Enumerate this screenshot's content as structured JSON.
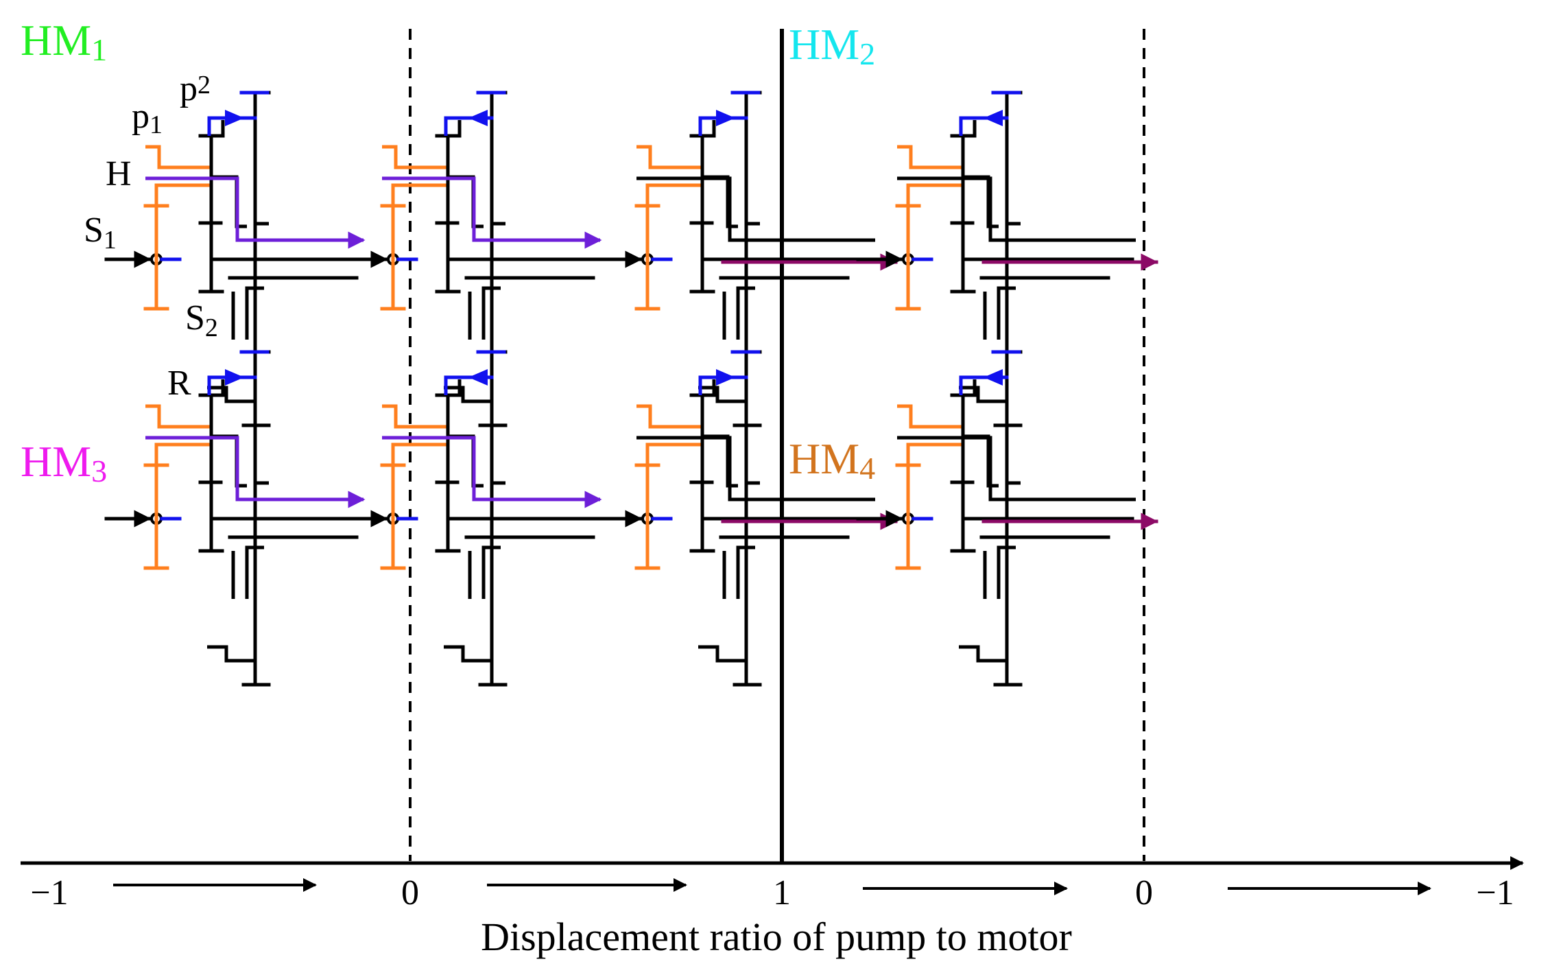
{
  "colors": {
    "black": "#000000",
    "orange": "#ff7f1e",
    "blue": "#1111ee",
    "purple": "#6d1fd8",
    "maroon": "#8c0a66",
    "hm1": "#22ee22",
    "hm2": "#14e6ee",
    "hm3": "#ee1aee",
    "hm4": "#d2741e"
  },
  "mode_labels": [
    {
      "id": "hm1",
      "name": "HM",
      "sub": "1",
      "color": "#22ee22"
    },
    {
      "id": "hm2",
      "name": "HM",
      "sub": "2",
      "color": "#14e6ee"
    },
    {
      "id": "hm3",
      "name": "HM",
      "sub": "3",
      "color": "#ee1aee"
    },
    {
      "id": "hm4",
      "name": "HM",
      "sub": "4",
      "color": "#d2741e"
    }
  ],
  "component_labels": {
    "p1": {
      "base": "p",
      "sub": "1"
    },
    "p2": {
      "base": "p",
      "sub": "2"
    },
    "H": {
      "base": "H",
      "sub": ""
    },
    "S1": {
      "base": "S",
      "sub": "1"
    },
    "S2": {
      "base": "S",
      "sub": "2"
    },
    "R": {
      "base": "R",
      "sub": ""
    }
  },
  "diagrams": [
    {
      "row": 0,
      "col": 0,
      "carrier_path": "through",
      "output": "ring",
      "planet_arrow": "right"
    },
    {
      "row": 0,
      "col": 1,
      "carrier_path": "through",
      "output": "ring",
      "planet_arrow": "left"
    },
    {
      "row": 0,
      "col": 2,
      "carrier_path": "none",
      "output": "sun",
      "planet_arrow": "right"
    },
    {
      "row": 0,
      "col": 3,
      "carrier_path": "none",
      "output": "sun",
      "planet_arrow": "left"
    },
    {
      "row": 1,
      "col": 0,
      "carrier_path": "through",
      "output": "ring",
      "planet_arrow": "right"
    },
    {
      "row": 1,
      "col": 1,
      "carrier_path": "through",
      "output": "ring",
      "planet_arrow": "left"
    },
    {
      "row": 1,
      "col": 2,
      "carrier_path": "none",
      "output": "sun",
      "planet_arrow": "right"
    },
    {
      "row": 1,
      "col": 3,
      "carrier_path": "none",
      "output": "sun",
      "planet_arrow": "left"
    }
  ],
  "axis": {
    "ticks": [
      "−1",
      "0",
      "1",
      "0",
      "−1"
    ],
    "label": "Displacement ratio of pump to motor"
  }
}
